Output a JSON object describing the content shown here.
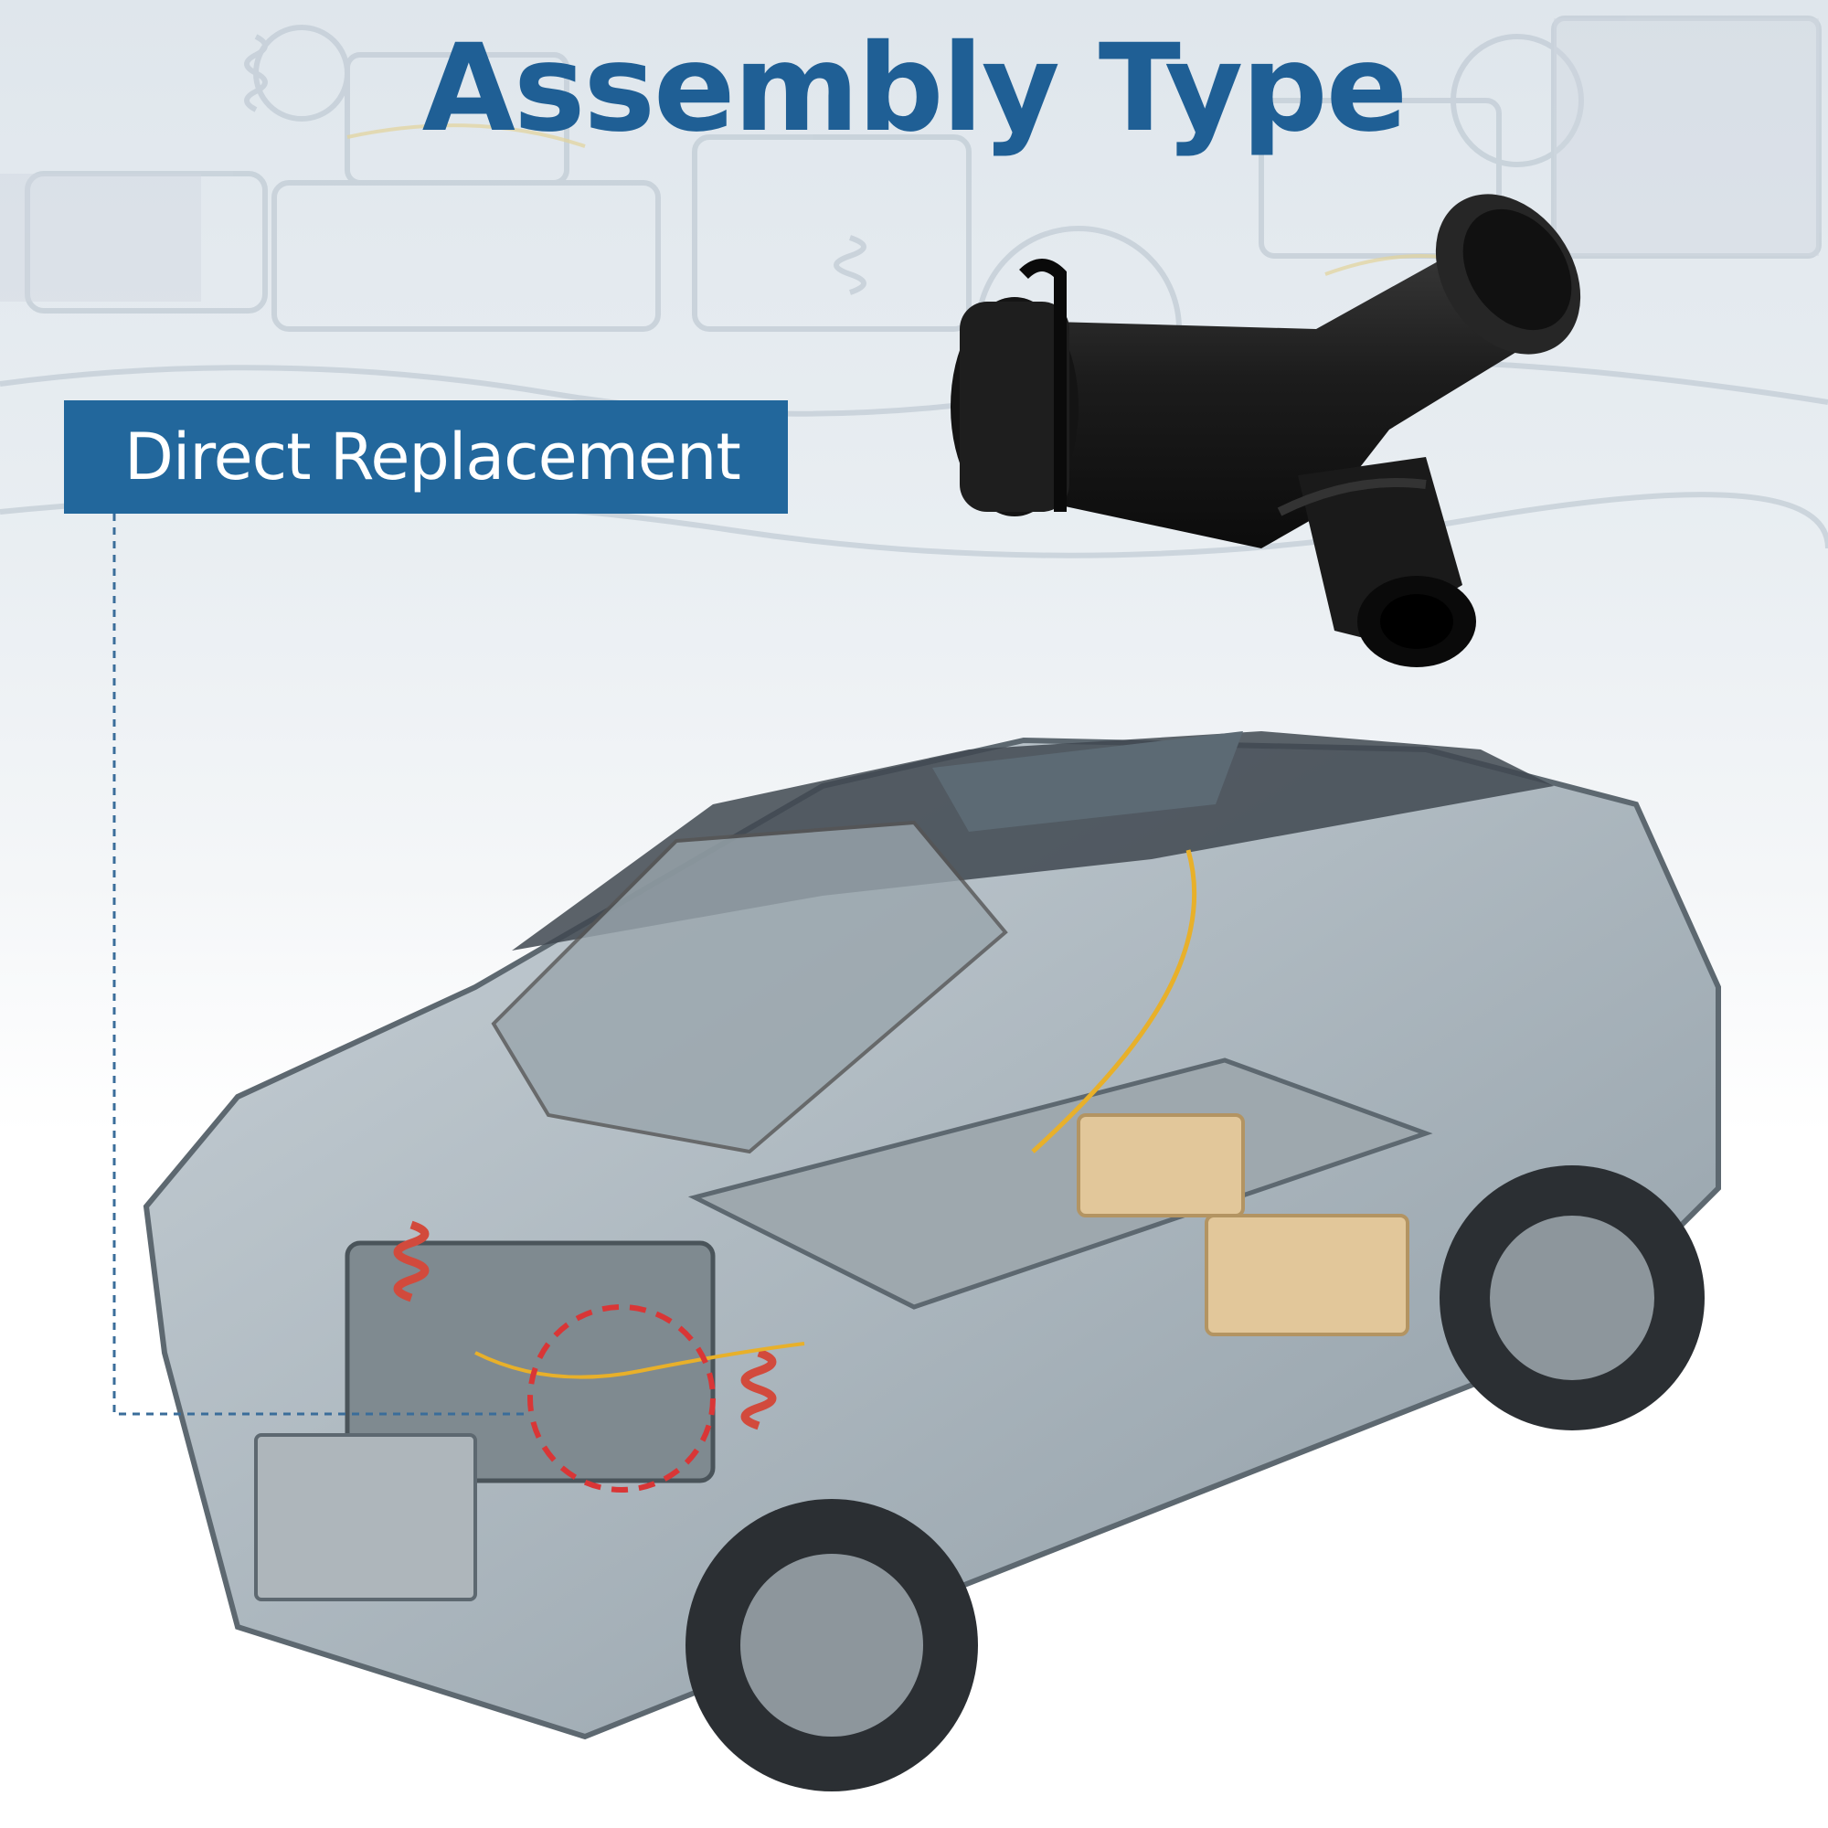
{
  "header": {
    "title": "Assembly Type"
  },
  "callout": {
    "label": "Direct Replacement"
  },
  "colors": {
    "title": "#1f5f95",
    "badge": "#22679c",
    "highlight": "#d93636",
    "part": "#1b1b1b"
  },
  "images": {
    "part": "black-plastic-coolant-pipe-connector",
    "vehicle": "cutaway-electric-suv-with-engine-bay-detail"
  }
}
